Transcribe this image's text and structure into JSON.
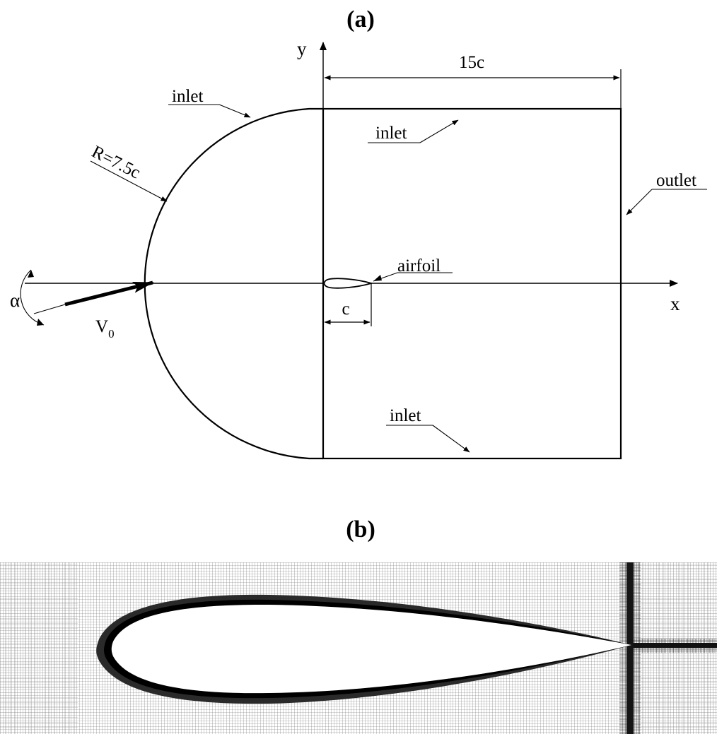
{
  "panel_a": {
    "label": "(a)",
    "axis_y": "y",
    "axis_x": "x",
    "dim_domain": "15c",
    "radius_label": "R=7.5c",
    "chord_label": "c",
    "angle_label": "α",
    "velocity_label": "V",
    "velocity_sub": "0",
    "boundary_labels": {
      "inlet_arc": "inlet",
      "inlet_top": "inlet",
      "inlet_bottom": "inlet",
      "outlet": "outlet",
      "airfoil": "airfoil"
    }
  },
  "panel_b": {
    "label": "(b)"
  },
  "colors": {
    "ink": "#000000",
    "background": "#ffffff",
    "mesh_light": "#9a9a9a",
    "mesh_dark": "#1a1a1a"
  }
}
